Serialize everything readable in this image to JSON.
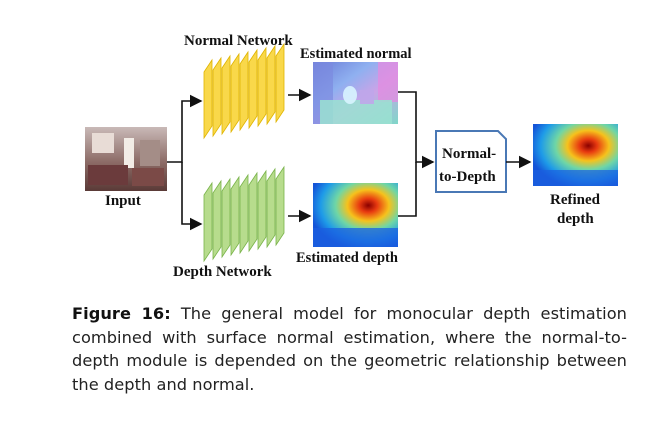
{
  "diagram": {
    "normal_network": "Normal Network",
    "depth_network": "Depth Network",
    "estimated_normal": "Estimated normal",
    "estimated_depth": "Estimated depth",
    "input": "Input",
    "normal_to_depth_line1": "Normal-",
    "normal_to_depth_line2": "to-Depth",
    "refined_depth_line1": "Refined",
    "refined_depth_line2": "depth",
    "colors": {
      "normal_net_fill": "#f9d84a",
      "normal_net_stroke": "#e0b400",
      "depth_net_fill": "#b7dc8d",
      "depth_net_stroke": "#79b34a",
      "module_border": "#4a78b5"
    }
  },
  "caption": {
    "label": "Figure 16:",
    "text": "The general model for monocular depth estimation combined with surface normal estimation, where the normal-to-depth module is depended on the geometric relationship between the depth and normal."
  }
}
